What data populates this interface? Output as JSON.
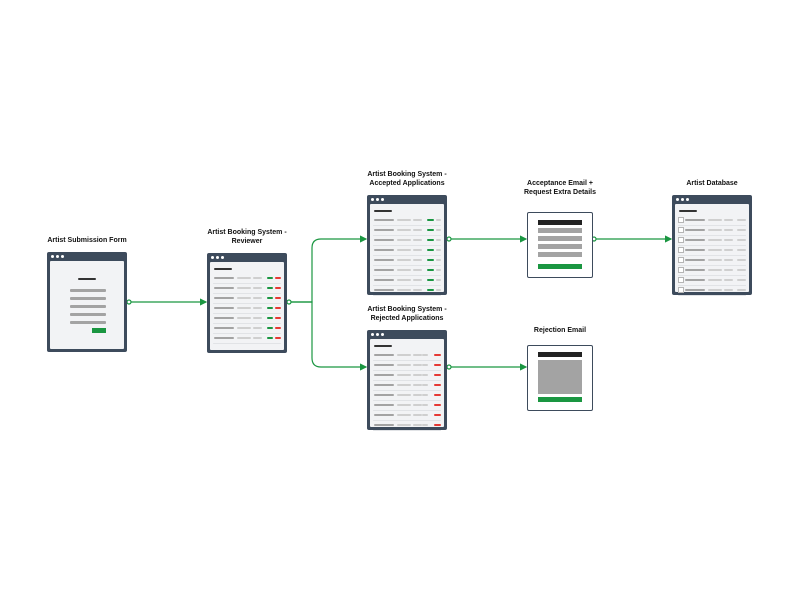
{
  "nodes": {
    "submission_form": {
      "title": "Artist Submission Form"
    },
    "reviewer": {
      "title": "Artist Booking System - Reviewer"
    },
    "accepted": {
      "title": "Artist Booking System - Accepted Applications"
    },
    "rejected": {
      "title": "Artist Booking System - Rejected Applications"
    },
    "acceptance_email": {
      "title": "Acceptance Email + Request Extra Details"
    },
    "rejection_email": {
      "title": "Rejection Email"
    },
    "artist_database": {
      "title": "Artist Database"
    }
  },
  "colors": {
    "window_frame": "#3d4b5c",
    "connector": "#1a9641",
    "accept_marker": "#1a9641",
    "reject_marker": "#e53935",
    "placeholder_line": "#a3a3a3",
    "light_line": "#cfcfcf",
    "heading_line": "#333333"
  },
  "icons": {
    "window_dots": "window-controls-icon",
    "connector_start": "connector-start-circle-icon",
    "connector_end": "arrowhead-icon"
  }
}
